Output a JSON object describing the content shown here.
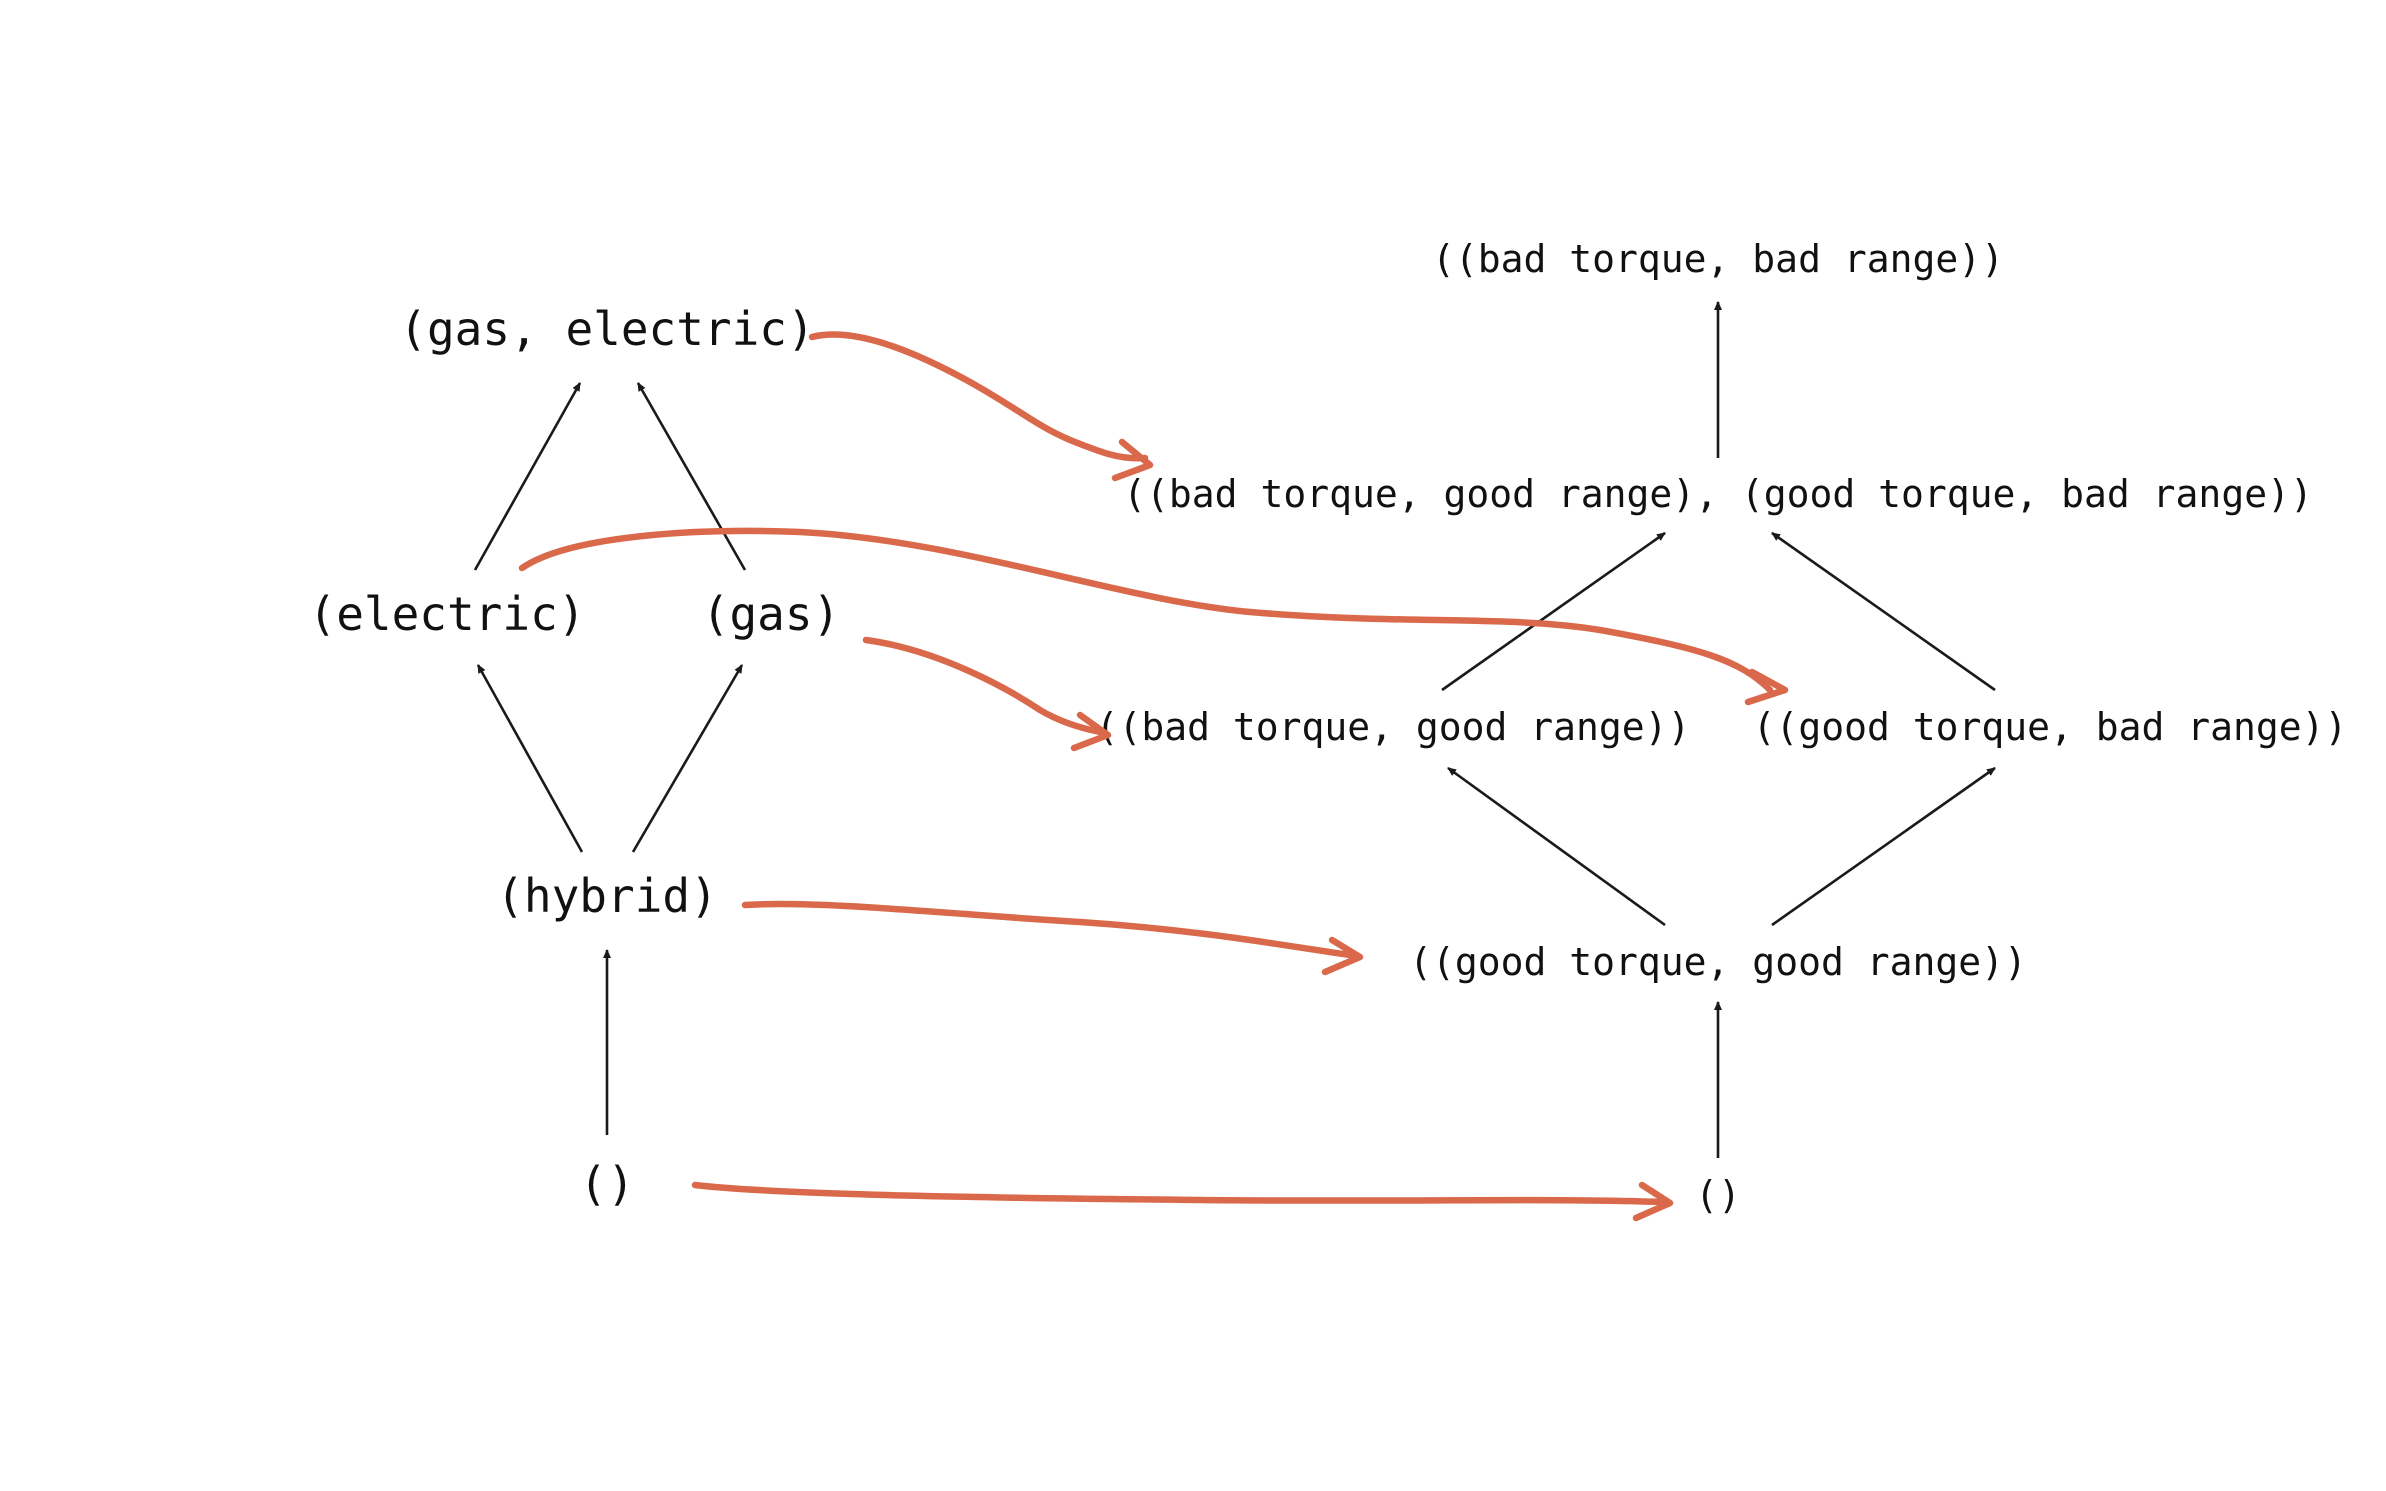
{
  "left_lattice": {
    "nodes": [
      {
        "id": "gas_electric",
        "label": "(gas, electric)"
      },
      {
        "id": "electric",
        "label": "(electric)"
      },
      {
        "id": "gas",
        "label": "(gas)"
      },
      {
        "id": "hybrid",
        "label": "(hybrid)"
      },
      {
        "id": "empty",
        "label": "()"
      }
    ],
    "edges": [
      {
        "from": "electric",
        "to": "gas_electric"
      },
      {
        "from": "gas",
        "to": "gas_electric"
      },
      {
        "from": "hybrid",
        "to": "electric"
      },
      {
        "from": "hybrid",
        "to": "gas"
      },
      {
        "from": "empty",
        "to": "hybrid"
      }
    ]
  },
  "right_lattice": {
    "nodes": [
      {
        "id": "bt_br",
        "label": "((bad torque, bad range))"
      },
      {
        "id": "btgr_gtbr",
        "label": "((bad torque, good range), (good torque, bad range))"
      },
      {
        "id": "bt_gr",
        "label": "((bad torque, good range))"
      },
      {
        "id": "gt_br",
        "label": "((good torque, bad range))"
      },
      {
        "id": "gt_gr",
        "label": "((good torque, good range))"
      },
      {
        "id": "empty",
        "label": "()"
      }
    ],
    "edges": [
      {
        "from": "btgr_gtbr",
        "to": "bt_br"
      },
      {
        "from": "bt_gr",
        "to": "btgr_gtbr"
      },
      {
        "from": "gt_br",
        "to": "btgr_gtbr"
      },
      {
        "from": "gt_gr",
        "to": "bt_gr"
      },
      {
        "from": "gt_gr",
        "to": "gt_br"
      },
      {
        "from": "empty",
        "to": "gt_gr"
      }
    ]
  },
  "mappings": [
    {
      "from": "gas_electric",
      "to": "btgr_gtbr"
    },
    {
      "from": "electric",
      "to": "gt_br"
    },
    {
      "from": "gas",
      "to": "bt_gr"
    },
    {
      "from": "hybrid",
      "to": "gt_gr"
    },
    {
      "from": "empty",
      "to": "empty"
    }
  ],
  "colors": {
    "mapping_arrow": "#d9694a",
    "edge": "#1a1a1a",
    "text": "#111111"
  }
}
